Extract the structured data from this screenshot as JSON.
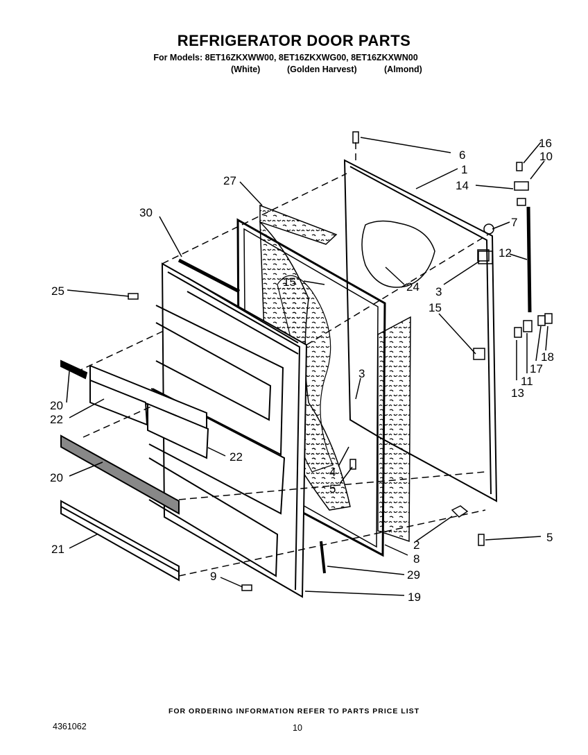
{
  "header": {
    "title": "REFRIGERATOR DOOR PARTS",
    "models_line": "For Models: 8ET16ZKXWW00, 8ET16ZKXWG00, 8ET16ZKXWN00",
    "variants": [
      "(White)",
      "(Golden Harvest)",
      "(Almond)"
    ]
  },
  "callouts": [
    "1",
    "2",
    "3",
    "3",
    "4",
    "5",
    "5",
    "6",
    "7",
    "8",
    "9",
    "10",
    "11",
    "12",
    "13",
    "14",
    "15",
    "15",
    "16",
    "17",
    "18",
    "19",
    "20",
    "20",
    "21",
    "22",
    "22",
    "24",
    "25",
    "27",
    "29",
    "30"
  ],
  "footer": {
    "ordering_note": "FOR ORDERING INFORMATION REFER TO PARTS PRICE LIST",
    "doc_number": "4361062",
    "page_number": "10"
  }
}
